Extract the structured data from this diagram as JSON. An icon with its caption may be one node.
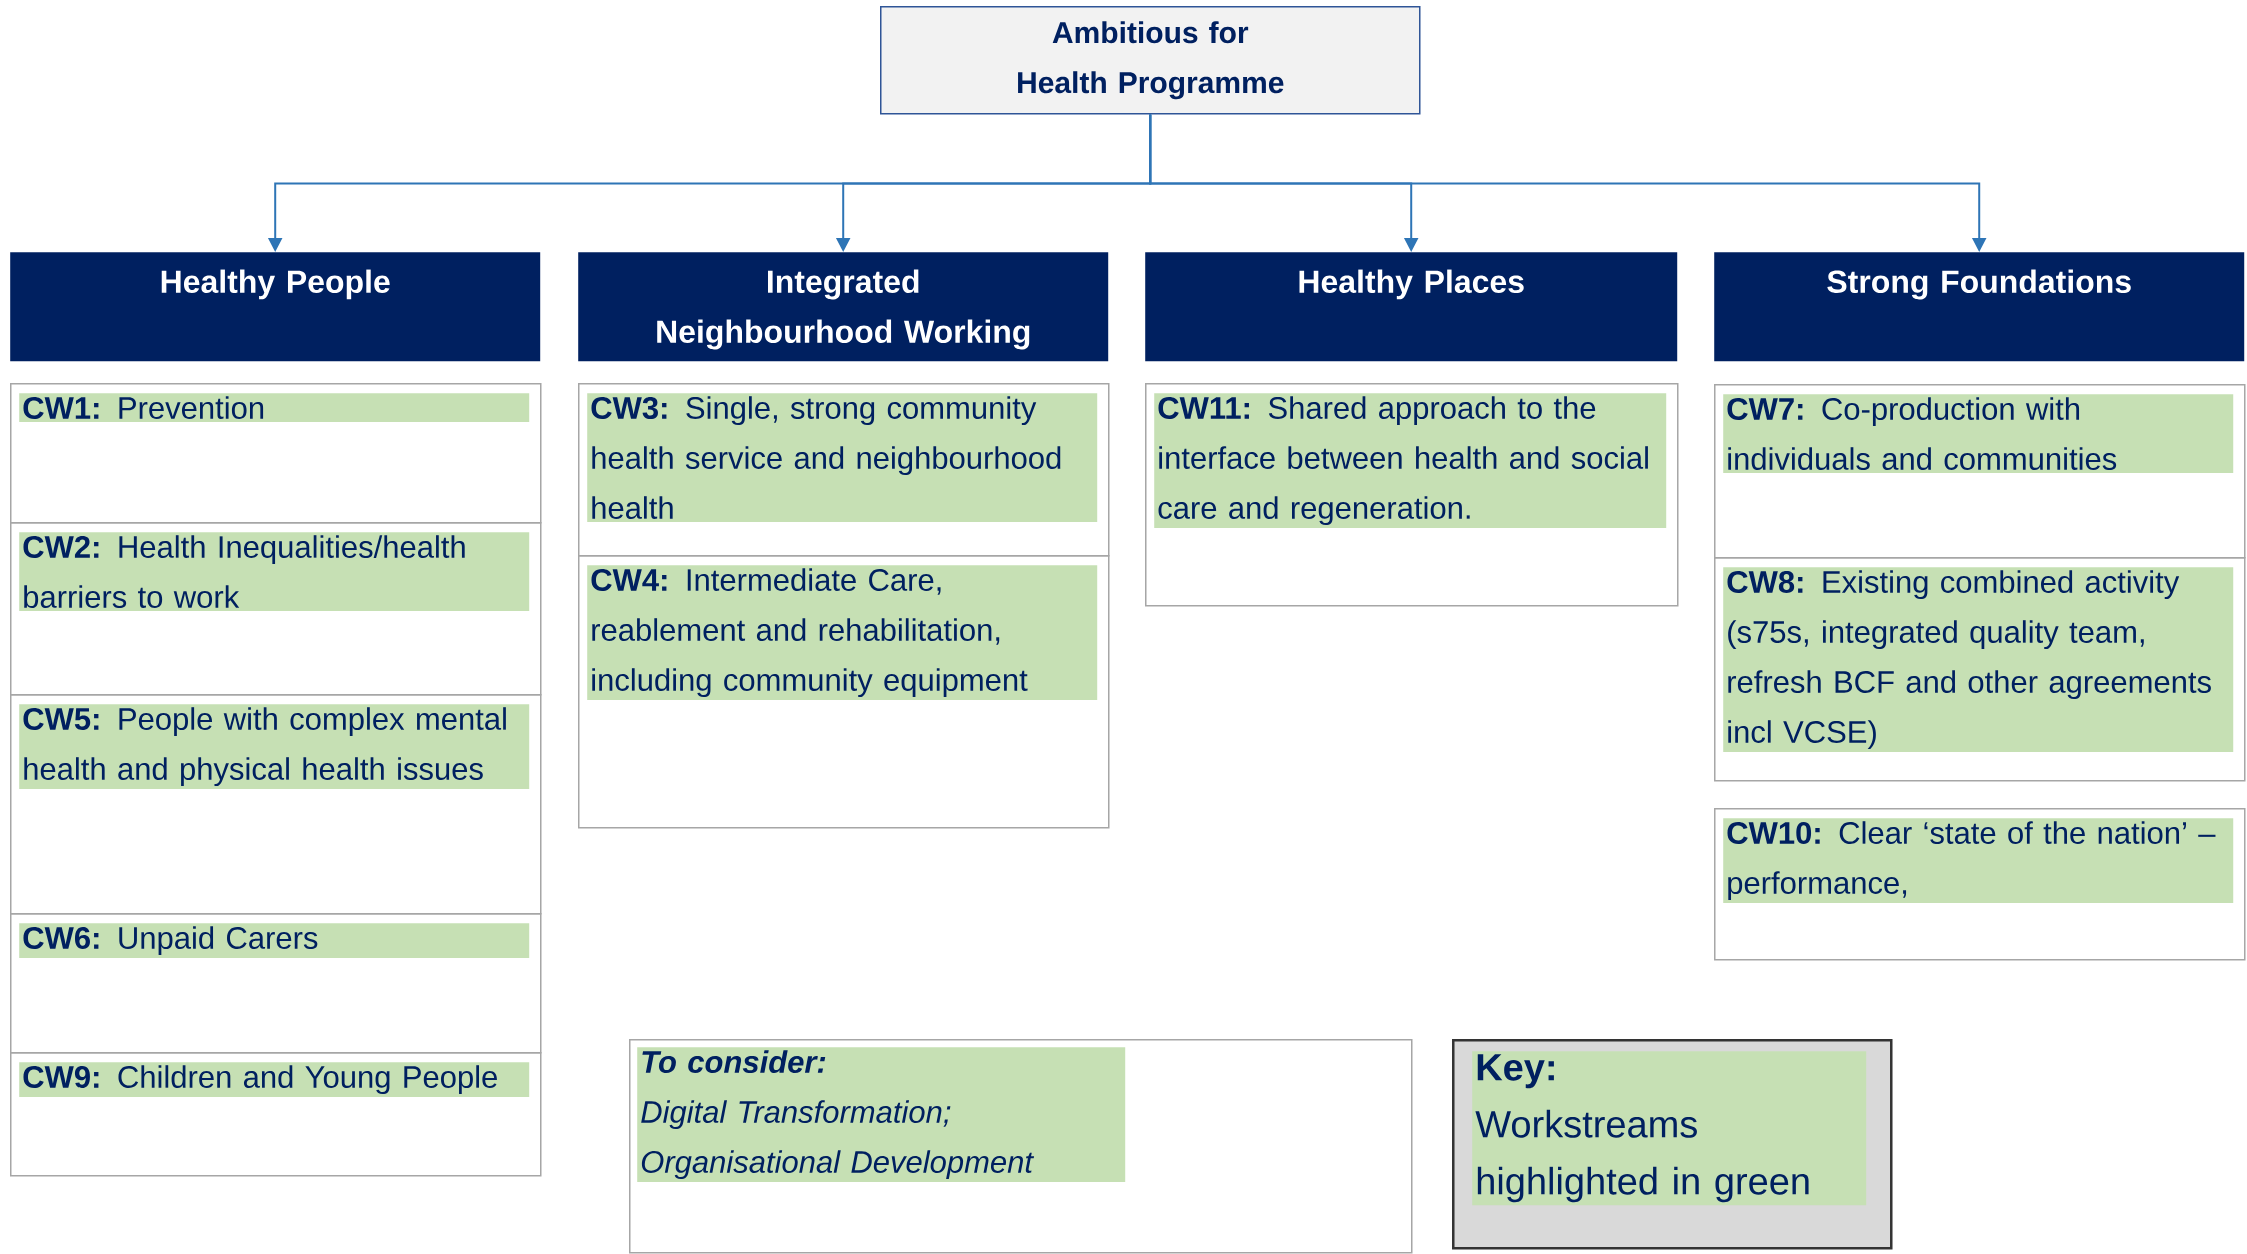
{
  "diagram": {
    "nodes": [
      {
        "text": [
          "Ambitious for Health Programme"
        ]
      },
      {
        "text": [
          "Healthy People"
        ]
      },
      {
        "text": [
          "Integrated Neighbourhood Working"
        ]
      },
      {
        "text": [
          "Healthy Places"
        ]
      },
      {
        "text": [
          "Strong Foundations"
        ]
      },
      {
        "text": [
          "**CW1:** Prevention"
        ]
      },
      {
        "text": [
          "**CW2:** Health Inequalities/health barriers to work"
        ]
      },
      {
        "text": [
          "**CW5:** People with complex mental health and physical health issues"
        ]
      },
      {
        "text": [
          "**CW6:** Unpaid Carers"
        ]
      },
      {
        "text": [
          "**CW9:** Children and Young People"
        ]
      },
      {
        "text": [
          "**CW3:** Single, strong community health service and neighbourhood health"
        ]
      },
      {
        "text": [
          "**CW4:** Intermediate Care, reablement and rehabilitation, including community equipment"
        ]
      },
      {
        "text": [
          "**CW11:** Shared approach to the interface between health and social care and regeneration."
        ]
      },
      {
        "text": [
          "**CW7:** Co-production with individuals and communities"
        ]
      },
      {
        "text": [
          "**CW8:** Existing combined activity (s75s, integrated quality team, refresh BCF and other agreements incl VCSE)"
        ]
      },
      {
        "text": [
          "**CW10:** Clear ‘state of the nation’ – performance,"
        ]
      },
      {
        "text": [
          "To consider:",
          "Digital Transformation; Organisational Development"
        ]
      },
      {
        "text": [
          "Key:",
          "Workstreams highlighted in green"
        ]
      }
    ],
    "edges": [
      {
        "from": 0,
        "to": 1,
        "arrow": "to"
      },
      {
        "from": 0,
        "to": 2,
        "arrow": "to"
      },
      {
        "from": 0,
        "to": 3,
        "arrow": "to"
      },
      {
        "from": 0,
        "to": 4,
        "arrow": "to"
      }
    ]
  }
}
